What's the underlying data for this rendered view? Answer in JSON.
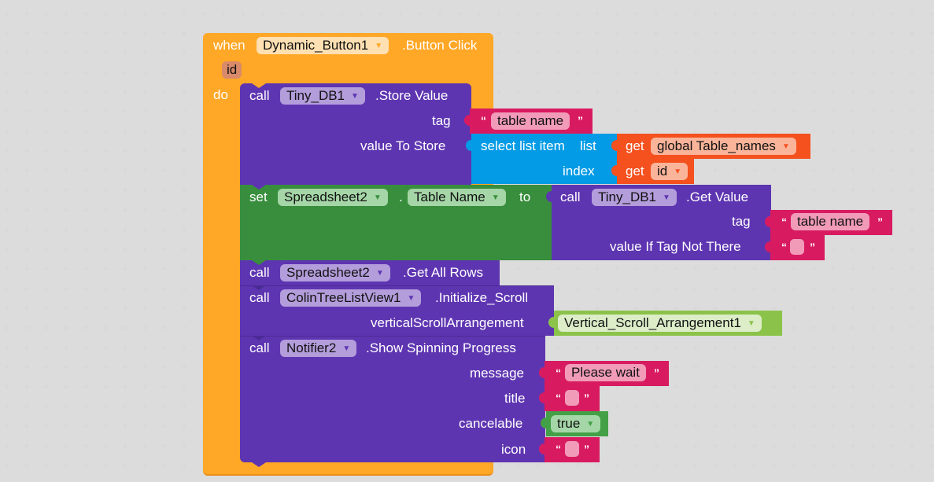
{
  "colors": {
    "event": "#ffa726",
    "event_field": "#ffe0b2",
    "param": "#d88a6a",
    "method": "#5e35b1",
    "method_field": "#b39ddb",
    "text": "#d81b60",
    "text_field": "#f19bb9",
    "list": "#039be5",
    "variable": "#f4511e",
    "variable_field": "#f9b49a",
    "setter": "#388e3c",
    "setter_field": "#a5d6a7",
    "component": "#8bc34a",
    "component_field": "#dcedc8",
    "logic": "#43a047",
    "logic_field": "#a5d6a7"
  },
  "event_block": {
    "when_label": "when",
    "component": "Dynamic_Button1",
    "event": ".Button Click",
    "param": "id",
    "do_label": "do"
  },
  "store_value": {
    "call_label": "call",
    "component": "Tiny_DB1",
    "method": ".Store Value",
    "tag_label": "tag",
    "tag_value": "table name",
    "value_label": "value To Store",
    "select": {
      "label": "select list item",
      "list_label": "list",
      "index_label": "index",
      "get_label": "get",
      "list_var": "global Table_names",
      "index_var": "id"
    }
  },
  "set_block": {
    "set_label": "set",
    "component": "Spreadsheet2",
    "dot": ".",
    "property": "Table Name",
    "to_label": "to",
    "get_value": {
      "call_label": "call",
      "component": "Tiny_DB1",
      "method": ".Get Value",
      "tag_label": "tag",
      "tag_value": "table name",
      "default_label": "value If Tag Not There"
    }
  },
  "get_all_rows": {
    "call_label": "call",
    "component": "Spreadsheet2",
    "method": ".Get All Rows"
  },
  "init_scroll": {
    "call_label": "call",
    "component": "ColinTreeListView1",
    "method": ".Initialize_Scroll",
    "arg_label": "verticalScrollArrangement",
    "arg_value": "Vertical_Scroll_Arrangement1"
  },
  "spinning": {
    "call_label": "call",
    "component": "Notifier2",
    "method": ".Show Spinning Progress",
    "message_label": "message",
    "message_value": "Please wait",
    "title_label": "title",
    "cancelable_label": "cancelable",
    "cancelable_value": "true",
    "icon_label": "icon"
  },
  "glyphs": {
    "open_quote": "“",
    "close_quote": "”",
    "dropdown": "▼"
  }
}
